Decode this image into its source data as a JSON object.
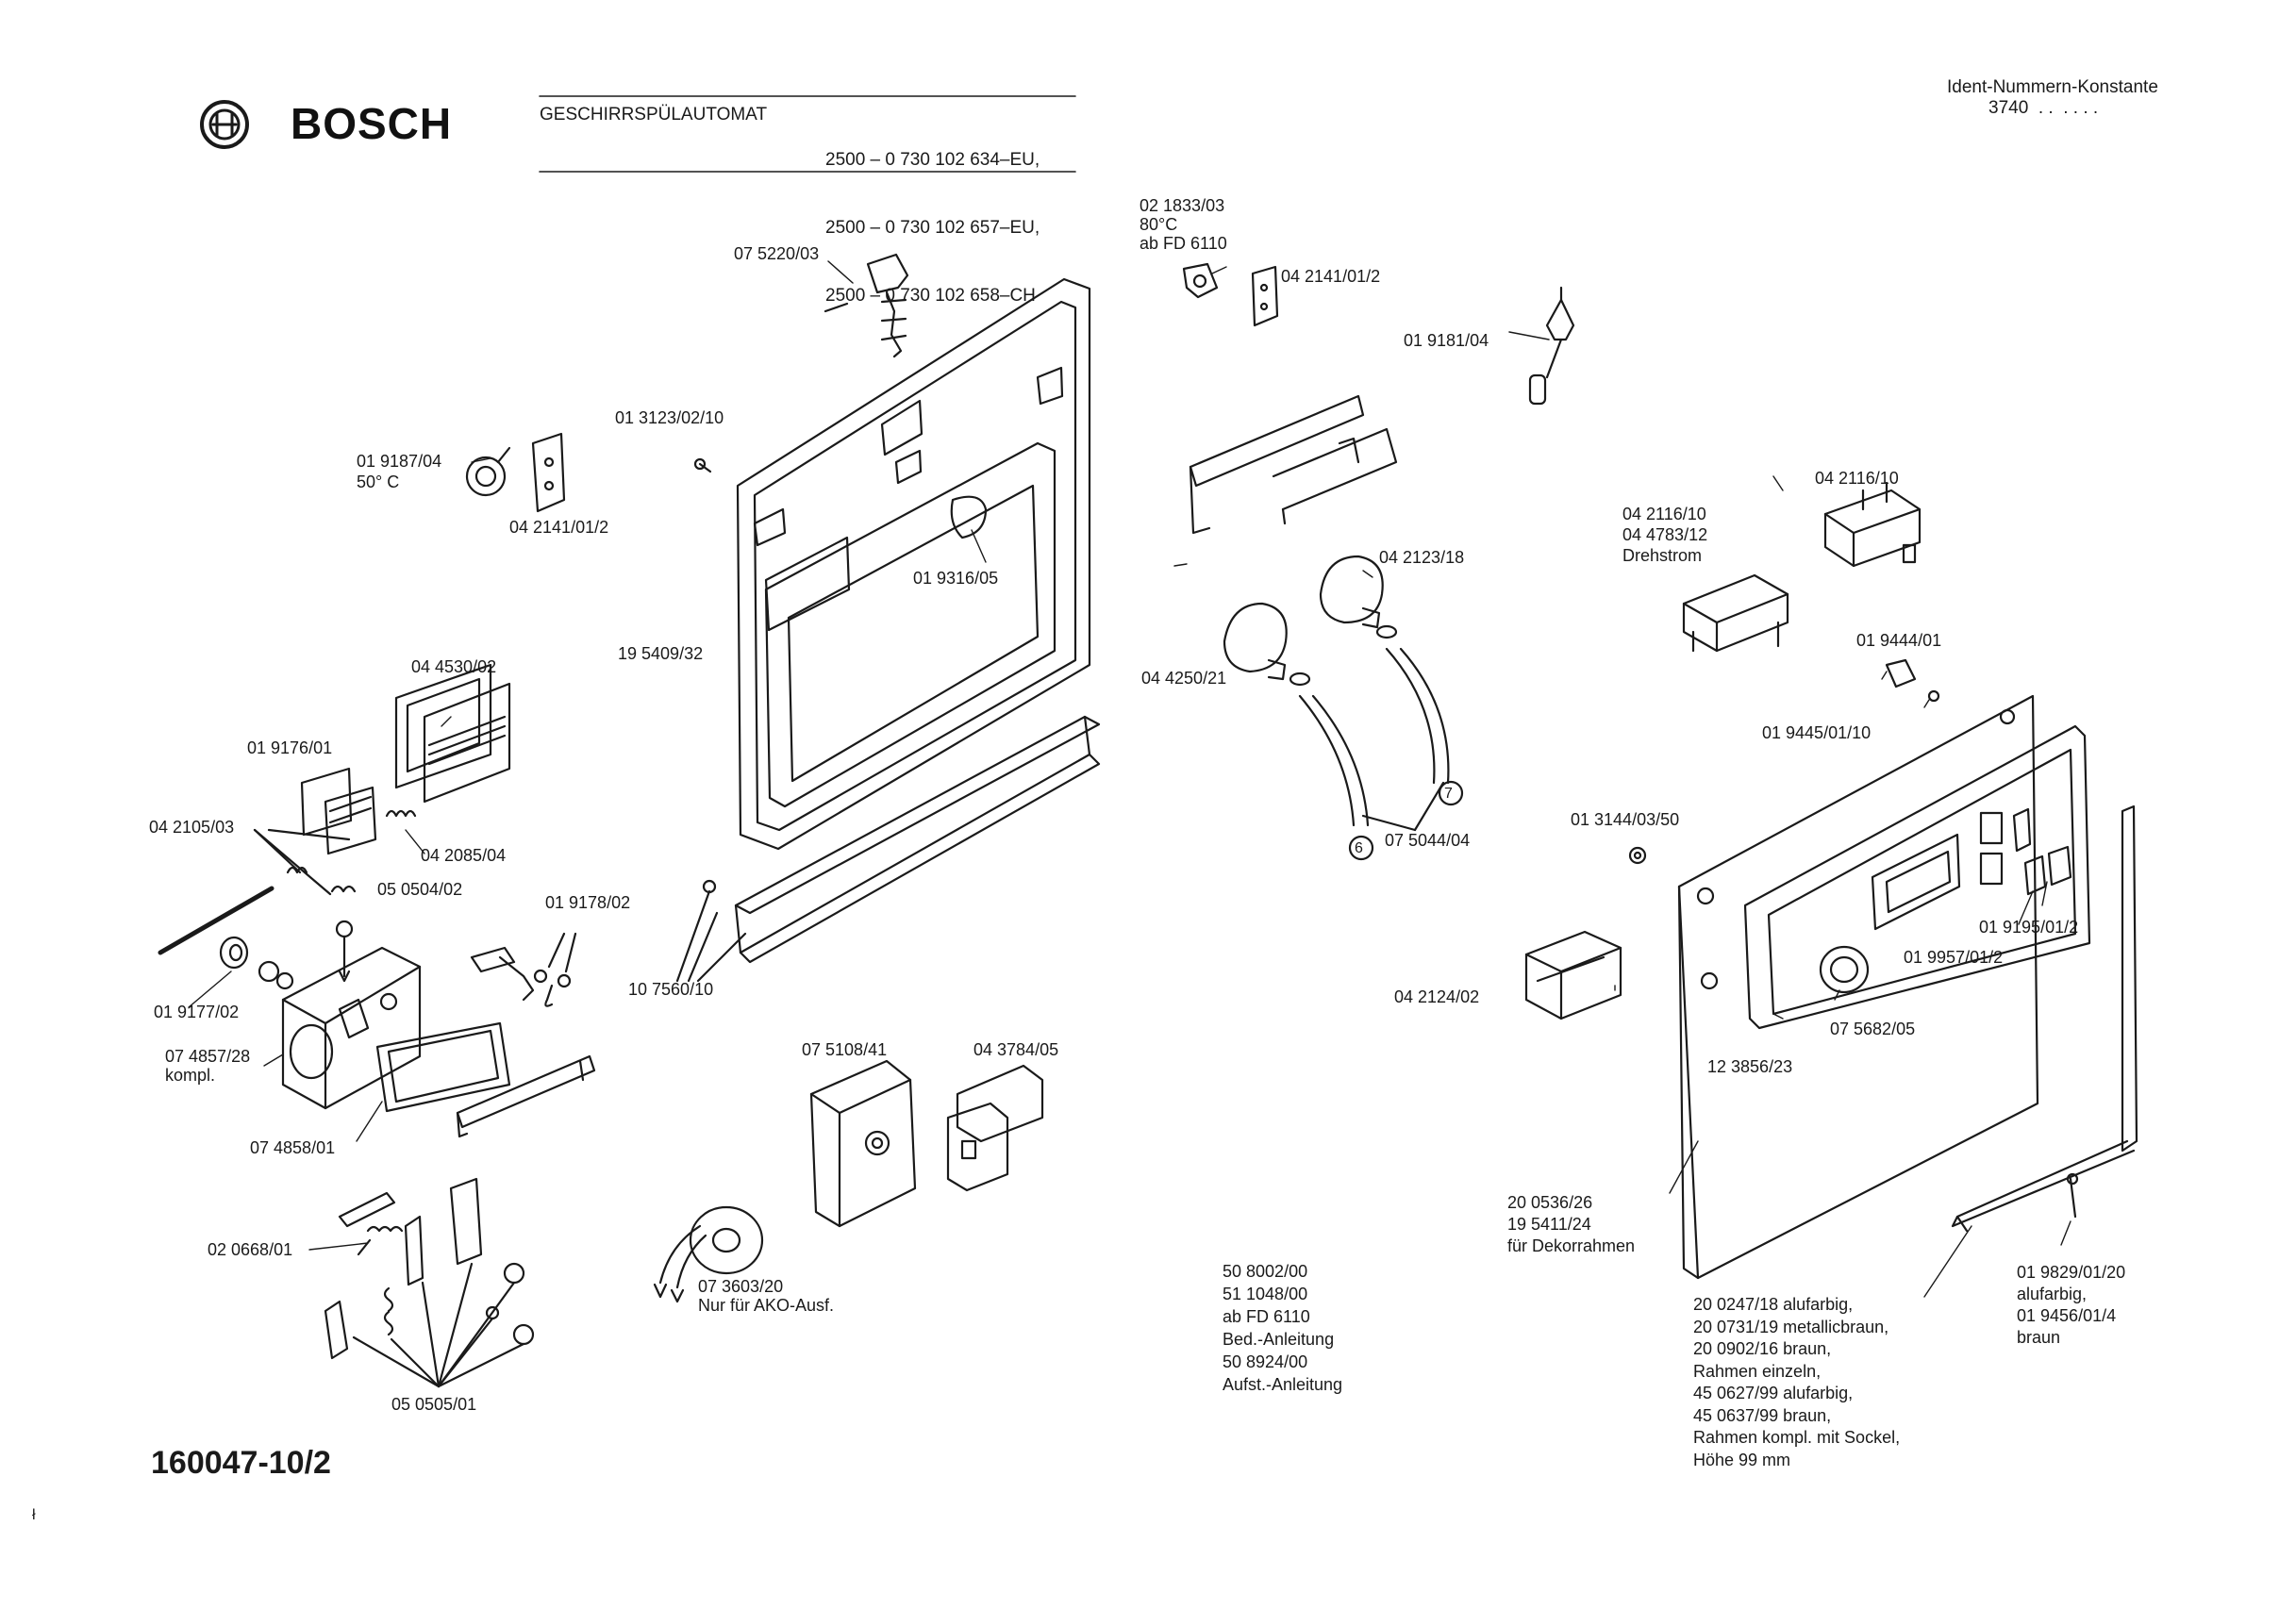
{
  "header": {
    "brand": "BOSCH",
    "product": "GESCHIRRSPÜLAUTOMAT",
    "models": [
      "2500 – 0 730 102 634–EU,",
      "2500 – 0 730 102 657–EU,",
      "2500 – 0 730 102 658–CH"
    ],
    "ident_label": "Ident-Nummern-Konstante",
    "ident_value": "3740  . .  . . . ."
  },
  "document_number": "160047-10/2",
  "edge_mark": "ł",
  "labels": {
    "p075220_03": "07 5220/03",
    "p021833_03": "02 1833/03\n80°C\nab FD 6110",
    "p042141_01_2_top": "04 2141/01/2",
    "p019181_04": "01 9181/04",
    "p013123_02_10": "01 3123/02/10",
    "p019187_04": "01 9187/04\n50° C",
    "p042141_01_2_left": "04 2141/01/2",
    "p042116_10_right": "04 2116/10",
    "p042116_10_drehstrom": "04 2116/10\n04 4783/12\nDrehstrom",
    "p042123_18": "04 2123/18",
    "p019316_05": "01 9316/05",
    "p195409_32": "19 5409/32",
    "p044250_21": "04 4250/21",
    "p019444_01": "01 9444/01",
    "p044530_02": "04 4530/02",
    "p019445_01_10": "01 9445/01/10",
    "p019176_01": "01 9176/01",
    "p042105_03": "04 2105/03",
    "p042085_04": "04 2085/04",
    "p050504_02": "05 0504/02",
    "p019178_02": "01 9178/02",
    "p075044_04": "07 5044/04",
    "p013144_03_50": "01 3144/03/50",
    "p019177_02": "01 9177/02",
    "p107560_10": "10 7560/10",
    "p042124_02": "04 2124/02",
    "p019195_01_2": "01 9195/01/2",
    "p019957_01_2": "01 9957/01/2",
    "p074857_28": "07 4857/28\nkompl.",
    "p075108_41": "07 5108/41",
    "p043784_05": "04 3784/05",
    "p075682_05": "07 5682/05",
    "p123856_23": "12 3856/23",
    "p074858_01": "07 4858/01",
    "p020668_01": "02 0668/01",
    "p073603_20": "07 3603/20\nNur für AKO-Ausf.",
    "p200536_26": "20 0536/26\n19 5411/24\nfür Dekorrahmen",
    "p508002_00": "50 8002/00\n51 1048/00\nab FD 6110\nBed.-Anleitung\n50 8924/00\nAufst.-Anleitung",
    "p200247_18": "20 0247/18 alufarbig,\n20 0731/19 metallicbraun,\n20 0902/16 braun,\nRahmen einzeln,\n45 0627/99 alufarbig,\n45 0637/99 braun,\nRahmen kompl. mit Sockel,\nHöhe 99 mm",
    "p019829_01_20": "01 9829/01/20\nalufarbig,\n01 9456/01/4\nbraun",
    "p050505_01": "05 0505/01",
    "callout_6": "6",
    "callout_7": "7"
  }
}
